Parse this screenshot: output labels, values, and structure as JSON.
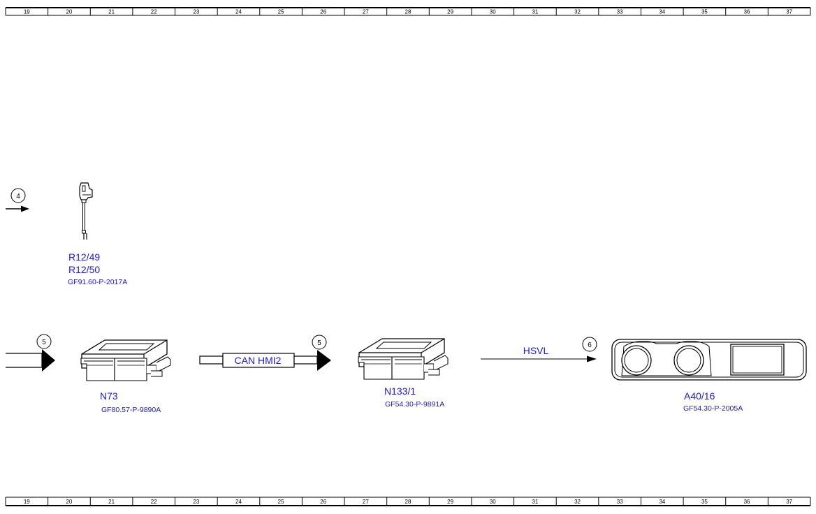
{
  "ruler": {
    "numbers": [
      "19",
      "20",
      "21",
      "22",
      "23",
      "24",
      "25",
      "26",
      "27",
      "28",
      "29",
      "30",
      "31",
      "32",
      "33",
      "34",
      "35",
      "36",
      "37"
    ]
  },
  "connectors": {
    "c4": "4",
    "c5a": "5",
    "c5b": "5",
    "c6": "6"
  },
  "components": {
    "r12": {
      "id1": "R12/49",
      "id2": "R12/50",
      "ref": "GF91.60-P-2017A"
    },
    "n73": {
      "id": "N73",
      "ref": "GF80.57-P-9890A"
    },
    "n133": {
      "id": "N133/1",
      "ref": "GF54.30-P-9891A"
    },
    "a40": {
      "id": "A40/16",
      "ref": "GF54.30-P-2005A"
    }
  },
  "buses": {
    "can": "CAN HMI2",
    "hsvl": "HSVL"
  },
  "colors": {
    "label": "#1a1adc",
    "line": "#000000"
  }
}
